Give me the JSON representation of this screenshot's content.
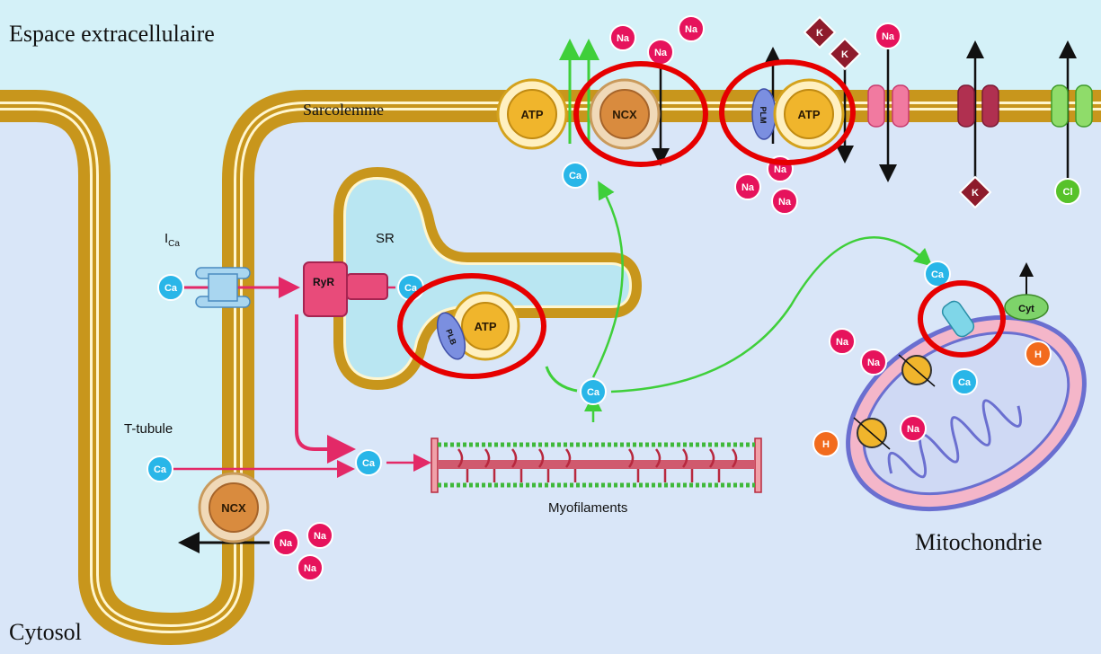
{
  "labels": {
    "extracellular": "Espace extracellulaire",
    "sarcolemma": "Sarcolemme",
    "sr": "SR",
    "ica_main": "I",
    "ica_sub": "Ca",
    "ttubule": "T-tubule",
    "myofilaments": "Myofilaments",
    "mitochondria": "Mitochondrie",
    "cytosol": "Cytosol"
  },
  "ions": {
    "ca": "Ca",
    "na": "Na",
    "k": "K",
    "h": "H",
    "cl": "Cl"
  },
  "proteins": {
    "atp": "ATP",
    "ncx": "NCX",
    "plm": "PLM",
    "plb": "PLB",
    "ryr": "RyR",
    "cyt": "Cyt"
  },
  "colors": {
    "extracellular": "#d4f1f8",
    "cytosol": "#d9e6f8",
    "membrane": "#c8961c",
    "membrane_line": "#fff6cf",
    "sr_lumen": "#b9e6f2",
    "ca_ion": "#29b6e8",
    "na_ion": "#e6135c",
    "k_ion": "#8e1b2c",
    "h_ion": "#f26b1d",
    "cl_ion": "#57c22a",
    "atp_pump": "#f0b52c",
    "ncx": "#d98b3e",
    "green_arrow": "#3fcf3a",
    "red_arrow": "#e32967",
    "highlight": "#e60000"
  }
}
